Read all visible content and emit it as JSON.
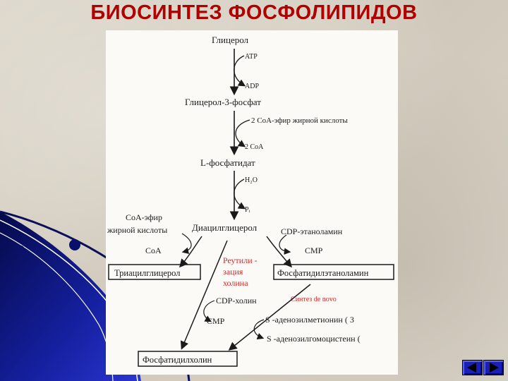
{
  "slide": {
    "title": "БИОСИНТЕЗ ФОСФОЛИПИДОВ"
  },
  "diagram": {
    "glycerol": "Глицерол",
    "atp": "ATP",
    "adp": "ADP",
    "g3p": "Глицерол-3-фосфат",
    "coa_ester_2": "2 CoA-эфир жирной кислоты",
    "coa_2": "2 CoA",
    "phosphatidate": "L-фосфатидат",
    "h2o": "H₂O",
    "pi": "Pᵢ",
    "coa_ester_line1": "CoA-эфир",
    "coa_ester_line2": "жирной кислоты",
    "diacylglycerol": "Диацилглицерол",
    "cdp_ethanolamine": "CDP-этаноламин",
    "coa": "CoA",
    "cmp_1": "CMP",
    "triacylglycerol": "Триацилглицерол",
    "reutil_1": "Реутили -",
    "reutil_2": "зация",
    "reutil_3": "холина",
    "phosphatidylethanolamine": "Фосфатидилэтаноламин",
    "de_novo": "Синтез de novo",
    "cdp_choline": "CDP-холин",
    "sam": "S -аденозилметионин ( 3",
    "cmp_2": "CMP",
    "sah": "S -аденозилгомоцистеин (",
    "phosphatidylcholine": "Фосфатидилхолин"
  },
  "colors": {
    "title": "#b00000",
    "annotation": "#d8282a",
    "ink": "#1a1a1a",
    "nav": "#1a1fb8",
    "decor_dark": "#0a0f5a"
  },
  "nav": {
    "prev_icon": "arrow-left-icon",
    "next_icon": "arrow-right-icon"
  }
}
